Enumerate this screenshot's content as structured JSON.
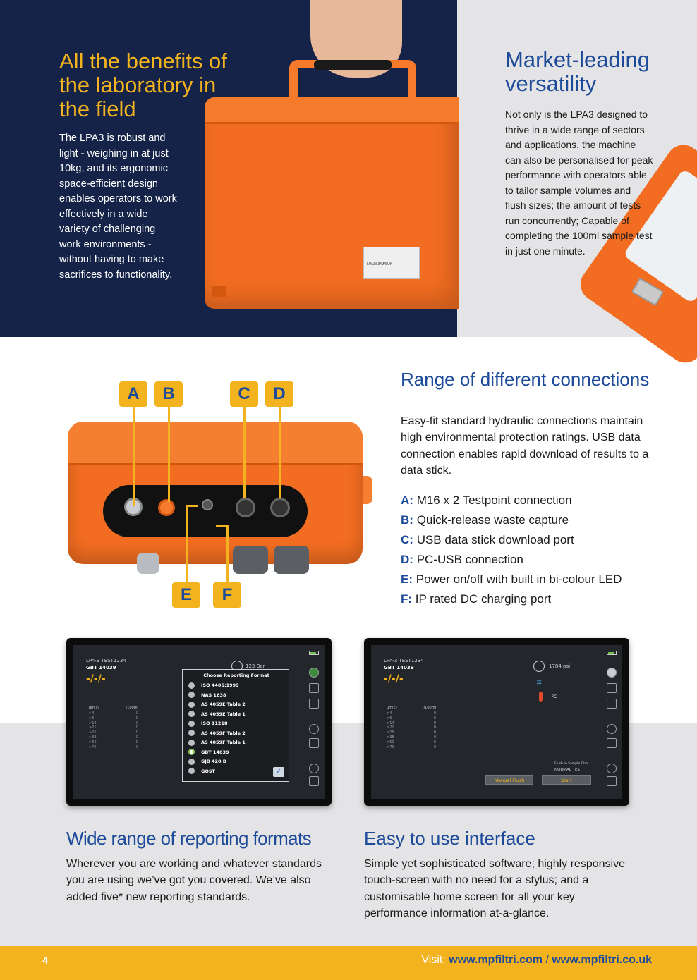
{
  "hero": {
    "title": "All the benefits of the laboratory in the field",
    "body": "The LPA3 is robust and light - weighing in at just 10kg, and its ergonomic space-efficient design enables operators to work effectively in a wide variety of challenging work environments - without having to make sacrifices to functionality.",
    "case_label": "LPA3/NPM/SUK"
  },
  "versatility": {
    "title": "Market-leading versatility",
    "body": "Not only is the LPA3 designed to thrive in a wide range of sectors and applications, the machine can also be personalised for peak performance with operators able to tailor sample volumes and flush sizes; the amount of tests run concurrently; Capable of completing the 100ml sample test in just one minute."
  },
  "connections": {
    "title": "Range of different connections",
    "body": "Easy-fit standard hydraulic connections maintain high environmental protection ratings. USB data connection enables rapid download of results to a data stick.",
    "tags": [
      "A",
      "B",
      "C",
      "D",
      "E",
      "F"
    ],
    "items": [
      {
        "key": "A:",
        "label": "M16 x 2 Testpoint connection"
      },
      {
        "key": "B:",
        "label": "Quick-release waste capture"
      },
      {
        "key": "C:",
        "label": "USB data stick download port"
      },
      {
        "key": "D:",
        "label": "PC-USB connection"
      },
      {
        "key": "E:",
        "label": "Power on/off with built in bi-colour LED"
      },
      {
        "key": "F:",
        "label": "IP rated DC charging port"
      }
    ]
  },
  "tablet_left": {
    "header": "LPA-3  TEST1234",
    "standard": "GBT 14039",
    "code": "-/-/-",
    "pressure": "123 Bar",
    "table_head": [
      "µm(c)",
      "/100ml"
    ],
    "rows": [
      [
        ">4",
        "0"
      ],
      [
        ">6",
        "0"
      ],
      [
        ">14",
        "0"
      ],
      [
        ">21",
        "0"
      ],
      [
        ">25",
        "0"
      ],
      [
        ">38",
        "0"
      ],
      [
        ">50",
        "0"
      ],
      [
        ">70",
        "0"
      ]
    ],
    "dialog_title": "Choose Reporting Format",
    "options": [
      "ISO 4406:1999",
      "NAS 1638",
      "AS 4059E Table 2",
      "AS 4059E Table 1",
      "ISO 11218",
      "AS 4059F Table 2",
      "AS 4059F Table 1",
      "GBT 14039",
      "GJB 420 B",
      "GOST"
    ],
    "selected": "GBT 14039",
    "ok": "✓"
  },
  "tablet_right": {
    "header": "LPA-3  TEST1234",
    "standard": "GBT 14039",
    "code": "-/-/-",
    "pressure": "1784 psi",
    "temp_unit": "ºC",
    "table_head": [
      "µm(c)",
      "/100ml"
    ],
    "rows": [
      [
        ">4",
        "0"
      ],
      [
        ">6",
        "0"
      ],
      [
        ">14",
        "0"
      ],
      [
        ">21",
        "0"
      ],
      [
        ">25",
        "0"
      ],
      [
        ">38",
        "0"
      ],
      [
        ">50",
        "0"
      ],
      [
        ">70",
        "0"
      ]
    ],
    "flush_hint": "Flush to Sample Ohm",
    "mode": "NORMAL TEST",
    "manual_flush": "Manual Flush",
    "start": "Start"
  },
  "formats": {
    "title": "Wide range of reporting formats",
    "body": "Wherever you are working and whatever standards you are using we’ve got you covered. We’ve also added five* new reporting standards."
  },
  "interface": {
    "title": "Easy to use interface",
    "body": "Simple yet sophisticated software; highly responsive touch-screen with no need for a stylus; and a customisable home screen for all your key performance information at-a-glance."
  },
  "footer": {
    "page": "4",
    "visit": "Visit:",
    "url1": "www.mpfiltri.com",
    "sep": "/",
    "url2": "www.mpfiltri.co.uk"
  },
  "colors": {
    "navy": "#142347",
    "brand_blue": "#1d4b9a",
    "yellow": "#f2b31e",
    "orange": "#f26d21",
    "grey": "#e4e4e6"
  }
}
